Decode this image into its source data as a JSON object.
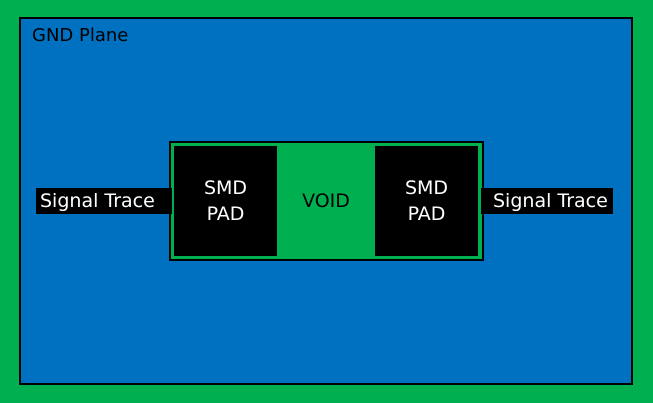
{
  "diagram": {
    "plane_label": "GND Plane",
    "left_pad": {
      "line1": "SMD",
      "line2": "PAD"
    },
    "right_pad": {
      "line1": "SMD",
      "line2": "PAD"
    },
    "void_label": "VOID",
    "left_trace_label": "Signal Trace",
    "right_trace_label": "Signal Trace"
  },
  "colors": {
    "copper_void_green": "#00b050",
    "gnd_plane_blue": "#0070c0",
    "pad_black": "#000000"
  }
}
